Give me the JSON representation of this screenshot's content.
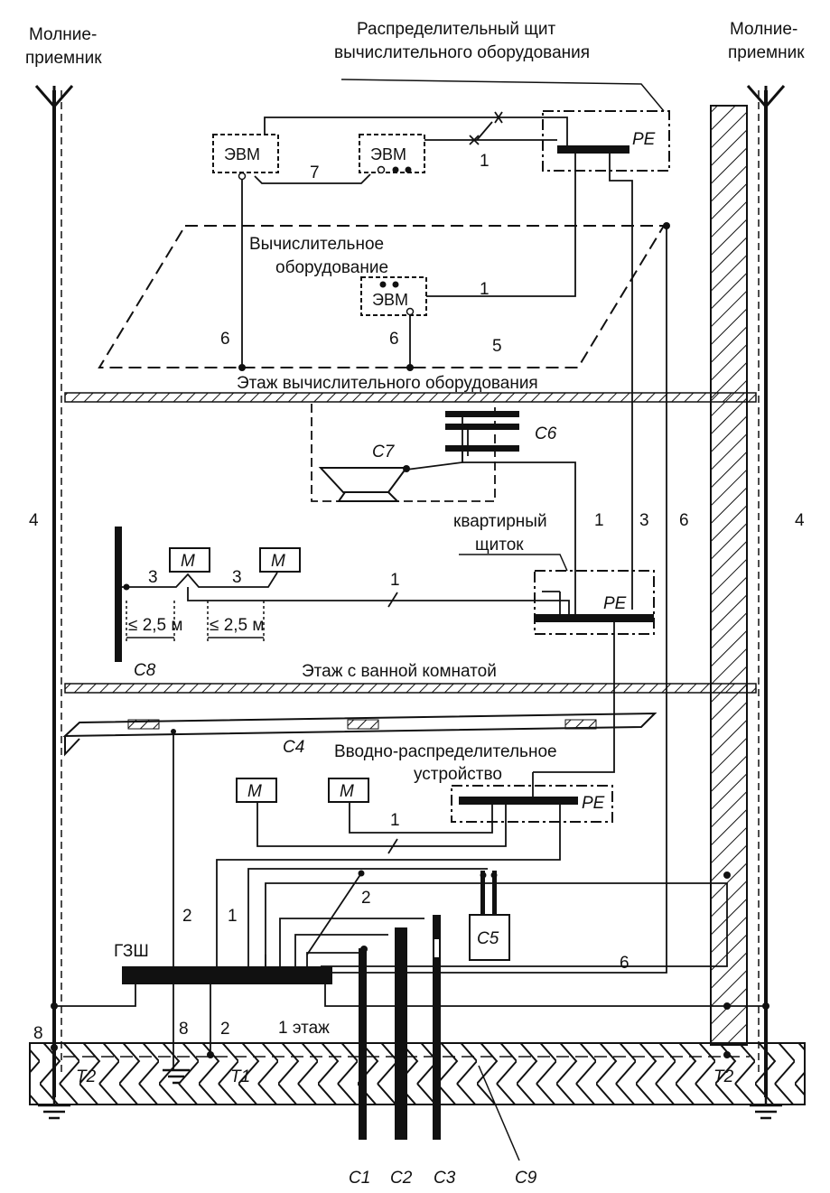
{
  "labels": {
    "lightning_left": [
      "Молние-",
      "приемник"
    ],
    "lightning_right": [
      "Молние-",
      "приемник"
    ],
    "panel_title": [
      "Распределительный щит",
      "вычислительного оборудования"
    ],
    "computing_equipment": [
      "Вычислительное",
      "оборудование"
    ],
    "floor_computing": "Этаж вычислительного оборудования",
    "apartment_panel": [
      "квартирный",
      "щиток"
    ],
    "floor_bathroom": "Этаж с ванной комнатой",
    "input_device": [
      "Вводно-распределительное",
      "устройство"
    ],
    "first_floor": "1 этаж",
    "gzsh": "ГЗШ",
    "pe": "PE",
    "evm": "ЭВМ",
    "m": "М",
    "dist": "≤ 2,5 м"
  },
  "numbers": {
    "n1": "1",
    "n2": "2",
    "n3": "3",
    "n4": "4",
    "n5": "5",
    "n6": "6",
    "n7": "7",
    "n8": "8"
  },
  "conductors": {
    "c1": "C1",
    "c2": "C2",
    "c3": "C3",
    "c4": "C4",
    "c5": "C5",
    "c6": "C6",
    "c7": "C7",
    "c8": "C8",
    "c9": "C9",
    "t1": "T1",
    "t2": "T2"
  }
}
